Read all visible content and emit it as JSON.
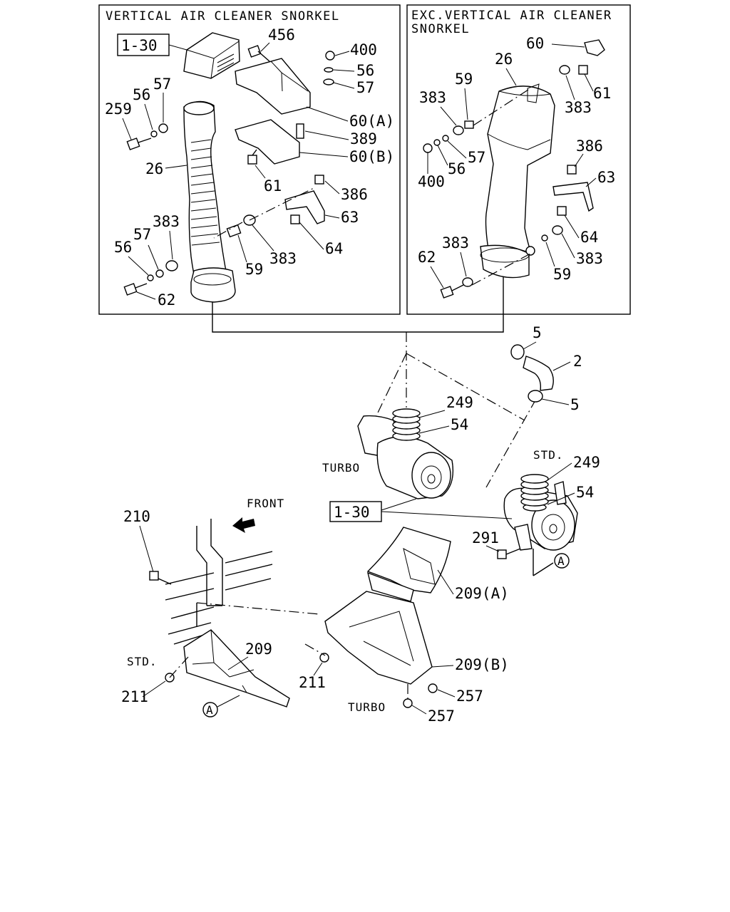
{
  "panels": {
    "left_title": "VERTICAL AIR CLEANER SNORKEL",
    "right_title_line1": "EXC.VERTICAL AIR CLEANER",
    "right_title_line2": "SNORKEL"
  },
  "refs": {
    "ref_top": "1-30",
    "ref_mid": "1-30"
  },
  "notes": {
    "front": "FRONT",
    "turbo_main": "TURBO",
    "std_main": "STD.",
    "std_bracket": "STD.",
    "turbo_bracket": "TURBO",
    "circle_a_1": "A",
    "circle_a_2": "A"
  },
  "callouts": {
    "l_456": "456",
    "l_400": "400",
    "l_56a": "56",
    "l_57a": "57",
    "l_60a": "60(A)",
    "l_389": "389",
    "l_60b": "60(B)",
    "l_57b": "57",
    "l_56b": "56",
    "l_259": "259",
    "l_26": "26",
    "l_61": "61",
    "l_386": "386",
    "l_63": "63",
    "l_383a": "383",
    "l_57c": "57",
    "l_56c": "56",
    "l_64": "64",
    "l_383b": "383",
    "l_59": "59",
    "l_62": "62",
    "r_60": "60",
    "r_26": "26",
    "r_59a": "59",
    "r_383a": "383",
    "r_61": "61",
    "r_383b": "383",
    "r_57": "57",
    "r_56": "56",
    "r_400": "400",
    "r_386": "386",
    "r_63": "63",
    "r_64": "64",
    "r_383c": "383",
    "r_62": "62",
    "r_383d": "383",
    "r_59b": "59",
    "b_5a": "5",
    "b_2": "2",
    "b_5b": "5",
    "b_249a": "249",
    "b_54a": "54",
    "b_249b": "249",
    "b_54b": "54",
    "b_291": "291",
    "b_210": "210",
    "b_209": "209",
    "b_209a": "209(A)",
    "b_209b": "209(B)",
    "b_211a": "211",
    "b_211b": "211",
    "b_257a": "257",
    "b_257b": "257"
  }
}
